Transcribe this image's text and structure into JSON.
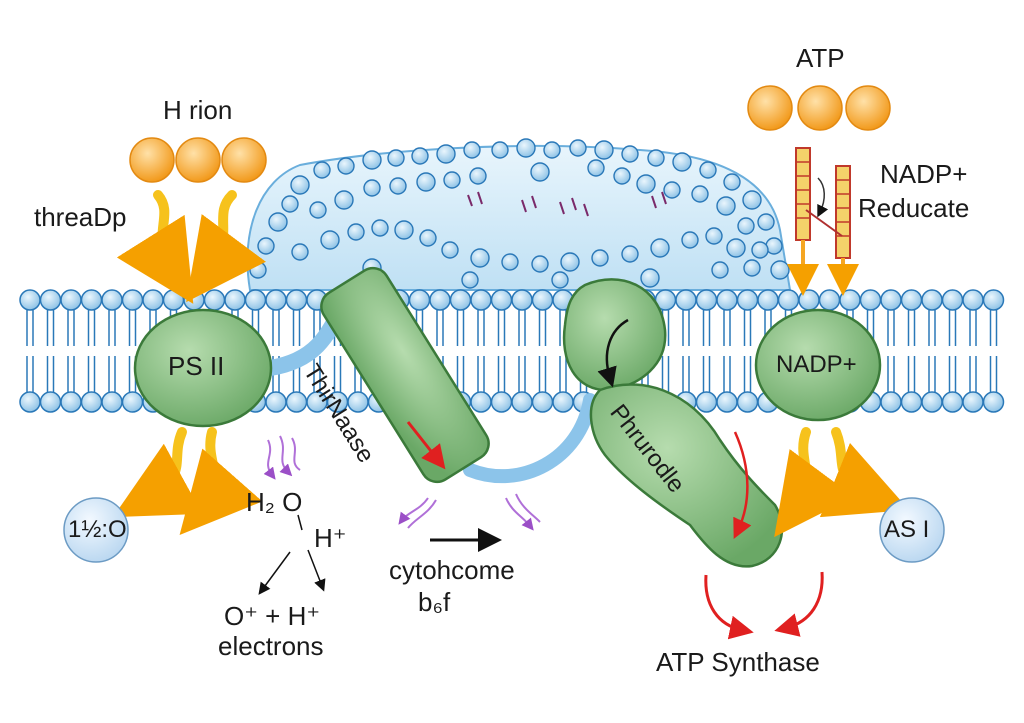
{
  "labels": {
    "h_ion": "H rion",
    "threadp": "threaDp",
    "atp_top": "ATP",
    "nadp_reducate_1": "NADP+",
    "nadp_reducate_2": "Reducate",
    "ps2": "PS II",
    "thiraase": "ThirNaase",
    "phrurodle": "Phrurodle",
    "nadp_complex": "NADP+",
    "h2o_left": "1½:O",
    "as1": "AS I",
    "h2o_eq": "H₂ O",
    "h_plus": "H⁺",
    "o_h": "O⁺ + H⁺",
    "electrons": "electrons",
    "cyto_1": "cytohcome",
    "cyto_2": "b₆f",
    "atp_synthase": "ATP Synthase"
  },
  "colors": {
    "membrane_head": "#bfe0f5",
    "membrane_stroke": "#2a78b8",
    "lumen_fill": "#d6ecf8",
    "protein_fill": "#7db97a",
    "protein_stroke": "#3b7a3a",
    "ion_orange": "#f5a623",
    "arrow_yellow": "#f6c21c",
    "arrow_red": "#e02020"
  }
}
